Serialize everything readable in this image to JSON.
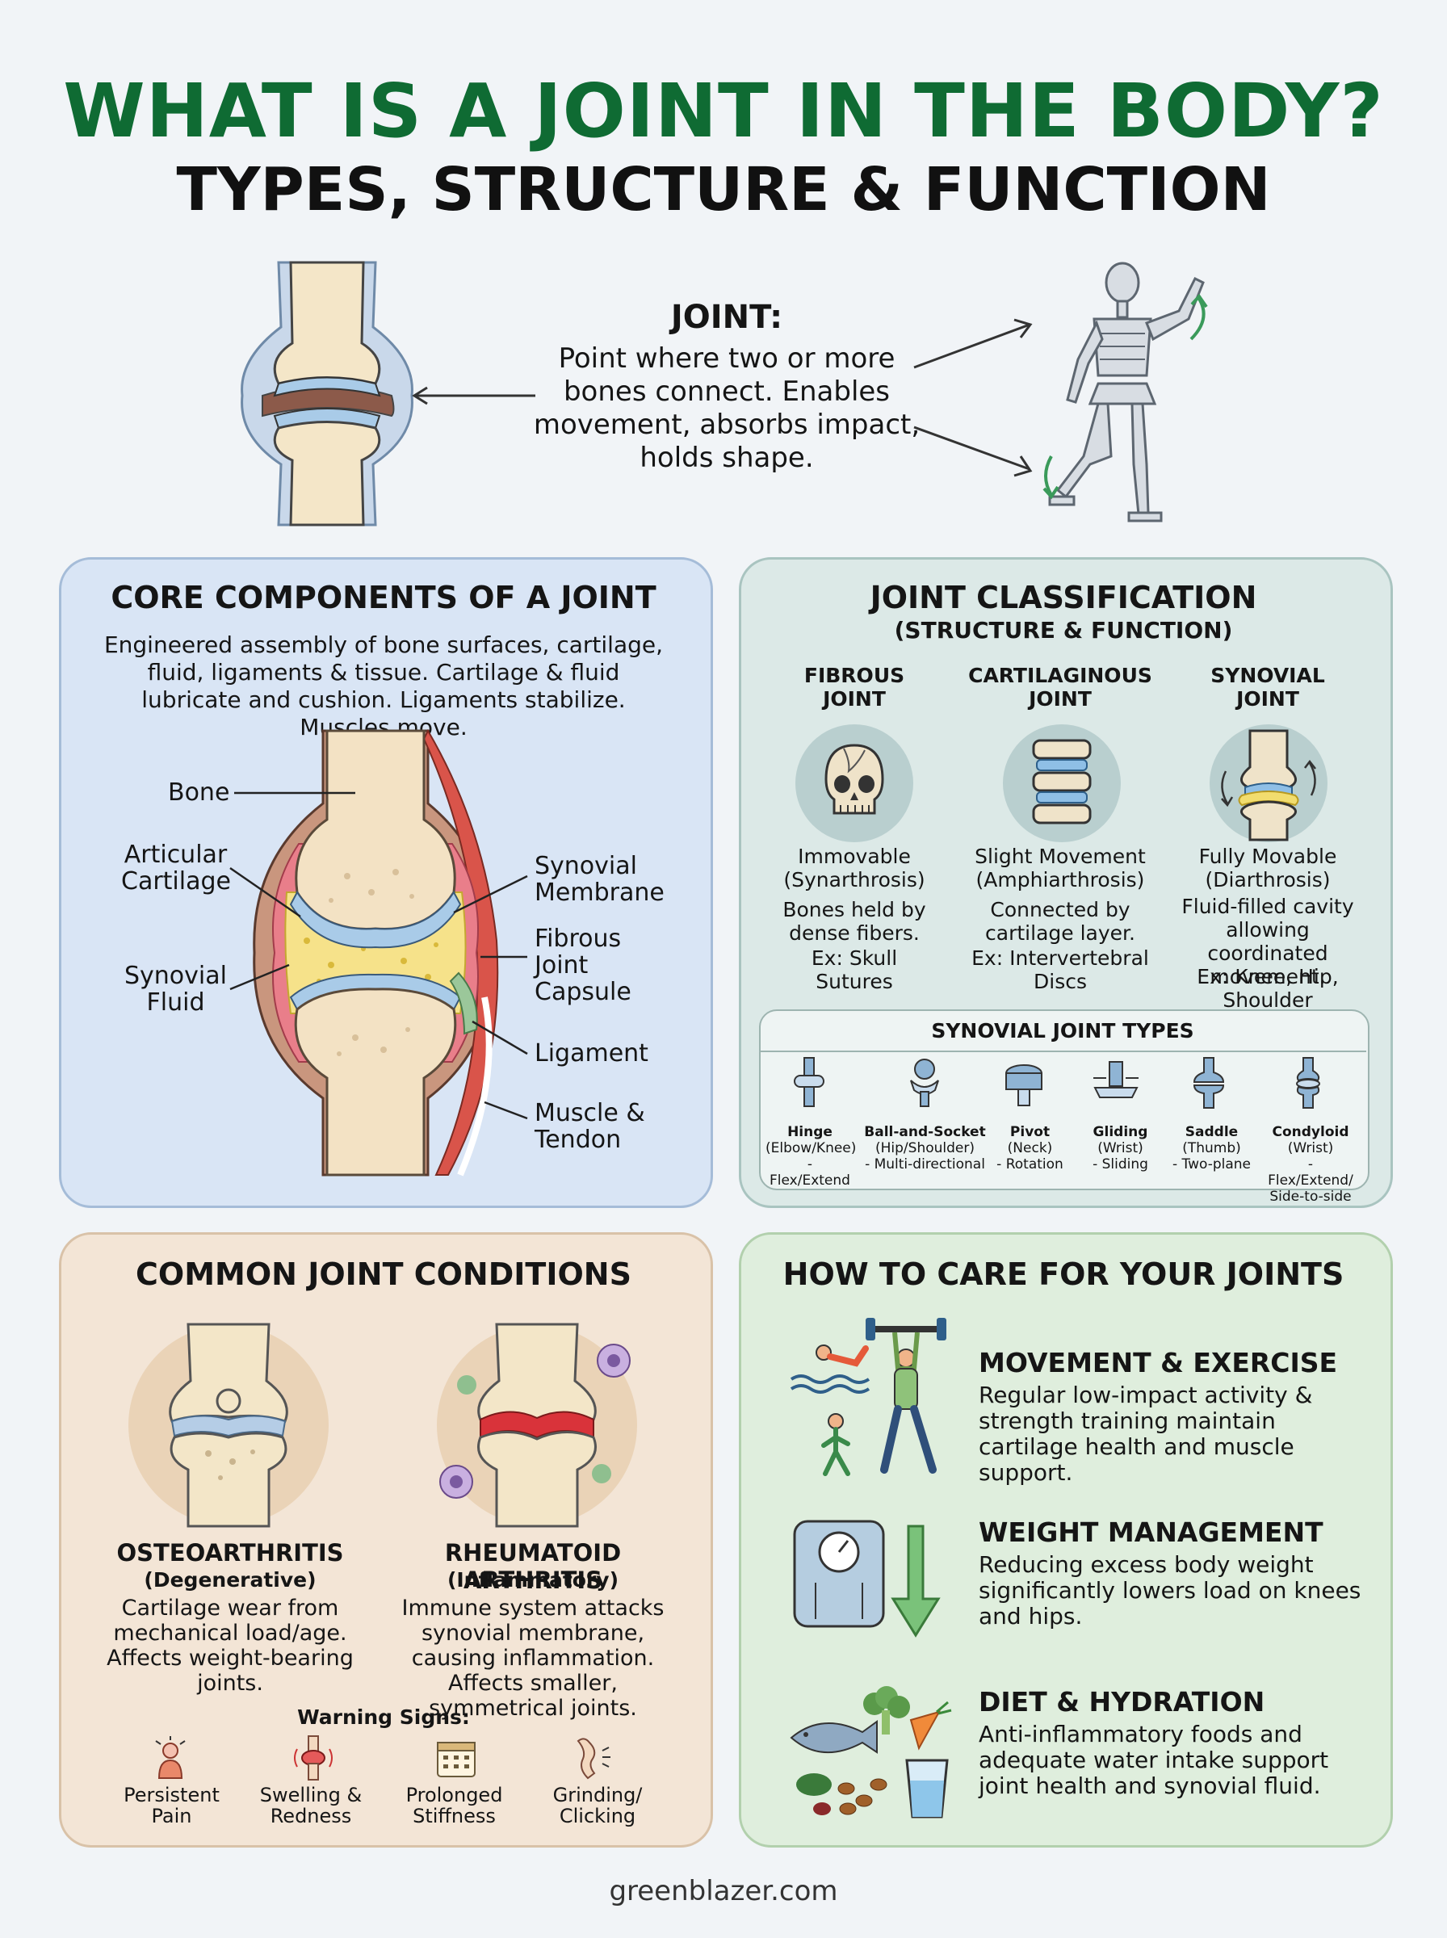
{
  "header": {
    "title": "WHAT IS A JOINT IN THE BODY?",
    "subtitle": "TYPES, STRUCTURE & FUNCTION"
  },
  "definition": {
    "heading": "JOINT:",
    "text": "Point where two or more bones connect. Enables movement, absorbs impact, holds shape."
  },
  "core": {
    "heading": "CORE COMPONENTS OF A JOINT",
    "description": "Engineered assembly of bone surfaces, cartilage, fluid, ligaments & tissue. Cartilage & fluid lubricate and cushion. Ligaments stabilize. Muscles move.",
    "labels": {
      "bone": "Bone",
      "cartilage": "Articular Cartilage",
      "fluid": "Synovial Fluid",
      "membrane": "Synovial Membrane",
      "capsule": "Fibrous Joint Capsule",
      "ligament": "Ligament",
      "muscle": "Muscle & Tendon"
    }
  },
  "classification": {
    "heading": "JOINT CLASSIFICATION",
    "subheading": "(STRUCTURE & FUNCTION)",
    "types": [
      {
        "title": "FIBROUS JOINT",
        "mobility": "Immovable (Synarthrosis)",
        "desc": "Bones held by dense fibers.",
        "example": "Ex: Skull Sutures"
      },
      {
        "title": "CARTILAGINOUS JOINT",
        "mobility": "Slight Movement (Amphiarthrosis)",
        "desc": "Connected by cartilage layer.",
        "example": "Ex: Intervertebral Discs"
      },
      {
        "title": "SYNOVIAL JOINT",
        "mobility": "Fully Movable (Diarthrosis)",
        "desc": "Fluid-filled cavity allowing coordinated movement.",
        "example": "Ex: Knee, Hip, Shoulder"
      }
    ],
    "synovial_types_heading": "SYNOVIAL JOINT TYPES",
    "synovial_types": [
      {
        "name": "Hinge",
        "where": "(Elbow/Knee)",
        "motion": "- Flex/Extend"
      },
      {
        "name": "Ball-and-Socket",
        "where": "(Hip/Shoulder)",
        "motion": "- Multi-directional"
      },
      {
        "name": "Pivot",
        "where": "(Neck)",
        "motion": "- Rotation"
      },
      {
        "name": "Gliding",
        "where": "(Wrist)",
        "motion": "- Sliding"
      },
      {
        "name": "Saddle",
        "where": "(Thumb)",
        "motion": "- Two-plane"
      },
      {
        "name": "Condyloid",
        "where": "(Wrist)",
        "motion": "- Flex/Extend/ Side-to-side"
      }
    ]
  },
  "conditions": {
    "heading": "COMMON JOINT CONDITIONS",
    "items": [
      {
        "title": "OSTEOARTHRITIS",
        "kind": "(Degenerative)",
        "desc": "Cartilage wear from mechanical load/age. Affects weight-bearing joints."
      },
      {
        "title": "RHEUMATOID ARTHRITIS",
        "kind": "(Inflammatory)",
        "desc": "Immune system attacks synovial membrane, causing inflammation. Affects smaller, symmetrical joints."
      }
    ],
    "warning_heading": "Warning Signs:",
    "warnings": [
      "Persistent Pain",
      "Swelling & Redness",
      "Prolonged Stiffness",
      "Grinding/ Clicking"
    ]
  },
  "care": {
    "heading": "HOW TO CARE FOR YOUR JOINTS",
    "items": [
      {
        "title": "MOVEMENT & EXERCISE",
        "desc": "Regular low-impact activity & strength training maintain cartilage health and muscle support."
      },
      {
        "title": "WEIGHT MANAGEMENT",
        "desc": "Reducing excess body weight significantly lowers load on knees and hips."
      },
      {
        "title": "DIET & HYDRATION",
        "desc": "Anti-inflammatory foods and adequate water intake support joint health and synovial fluid."
      }
    ]
  },
  "footer": {
    "site": "greenblazer.com"
  }
}
